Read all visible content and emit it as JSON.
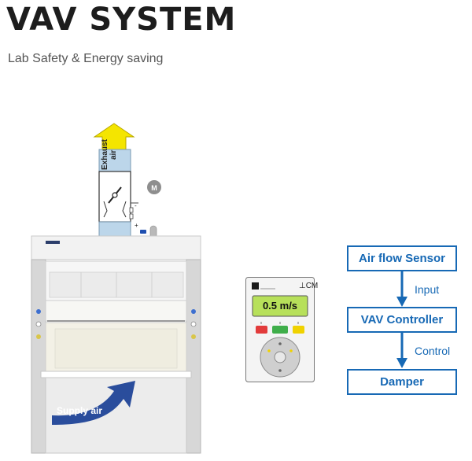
{
  "header": {
    "title": "VAV SYSTEM",
    "subtitle": "Lab Safety & Energy saving"
  },
  "hood": {
    "exhaust_label": "Exhaust\nair",
    "motor_label": "M",
    "supply_label": "Supply air",
    "exhaust_arrow_color": "#f4e500",
    "supply_arrow_color": "#2a4d9c"
  },
  "device": {
    "brand": "⊥CM",
    "display_value": "0.5 m/s",
    "display_color": "#b7e05a",
    "button_colors": [
      "#e23b3b",
      "#3fae4a",
      "#f0d200"
    ]
  },
  "flow": {
    "nodes": [
      {
        "label": "Air flow Sensor"
      },
      {
        "label": "VAV Controller"
      },
      {
        "label": "Damper"
      }
    ],
    "edges": [
      {
        "label": "Input"
      },
      {
        "label": "Control"
      }
    ],
    "accent_color": "#1769b5"
  }
}
